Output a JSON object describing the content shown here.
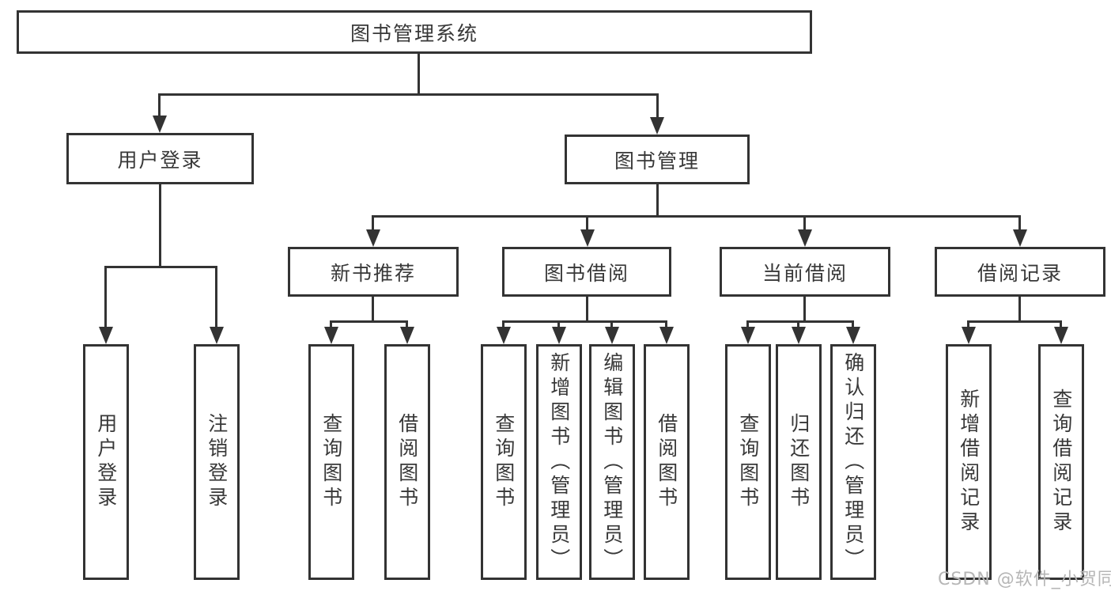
{
  "diagram": {
    "root": {
      "label": "图书管理系统"
    },
    "level2": {
      "user_login": {
        "label": "用户登录"
      },
      "book_mgmt": {
        "label": "图书管理"
      }
    },
    "level3": {
      "new_book": {
        "label": "新书推荐"
      },
      "borrow": {
        "label": "图书借阅"
      },
      "current": {
        "label": "当前借阅"
      },
      "record": {
        "label": "借阅记录"
      }
    },
    "leaves": {
      "user_login": [
        "用户登录",
        "注销登录"
      ],
      "new_book": [
        "查询图书",
        "借阅图书"
      ],
      "borrow": [
        "查询图书",
        "新增图书（管理员）",
        "编辑图书（管理员）",
        "借阅图书"
      ],
      "current": [
        "查询图书",
        "归还图书",
        "确认归还（管理员）"
      ],
      "record": [
        "新增借阅记录",
        "查询借阅记录"
      ]
    }
  },
  "watermark": {
    "text": "CSDN @软件_小贺同学"
  },
  "colors": {
    "line": "#333333",
    "text": "#383838",
    "watermark": "#b6b6b6",
    "background": "#ffffff"
  }
}
